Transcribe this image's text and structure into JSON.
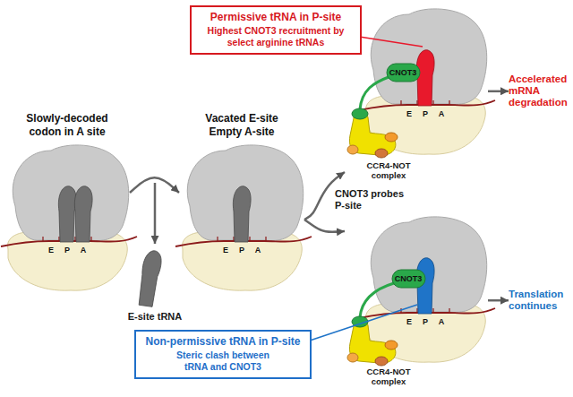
{
  "diagram": {
    "nodes": [
      {
        "text": [
          "Permissive tRNA in P-site",
          "Highest CNOT3 recruitment by select arginine tRNAs"
        ]
      },
      {
        "text": [
          "Slowly-decoded codon in A site",
          "E",
          "P",
          "A"
        ]
      },
      {
        "text": [
          "Vacated E-site Empty A-site",
          "E",
          "P",
          "A"
        ]
      },
      {
        "text": [
          "E",
          "P",
          "A"
        ]
      },
      {
        "text": [
          "CNOT3"
        ],
        "in": 3
      },
      {
        "text": [
          "Accelerated mRNA degradation"
        ]
      },
      {
        "text": [
          "E",
          "P",
          "A"
        ]
      },
      {
        "text": [
          "CNOT3"
        ],
        "in": 6
      },
      {
        "text": [
          "Translation continues"
        ]
      },
      {
        "text": [
          "Non-permissive tRNA in P-site",
          "Steric clash between tRNA and CNOT3"
        ]
      }
    ],
    "edges": [
      {
        "from": 1,
        "to": 2,
        "arrow": "to"
      },
      {
        "from": 2,
        "to": 3,
        "arrow": "to"
      },
      {
        "from": 2,
        "to": 6,
        "arrow": "to"
      },
      {
        "from": 3,
        "to": 5,
        "arrow": "to"
      },
      {
        "from": 6,
        "to": 8,
        "arrow": "to"
      }
    ],
    "labels": [
      "E-site tRNA",
      "CNOT3 probes P-site",
      "CCR4-NOT complex",
      "CCR4-NOT complex"
    ]
  }
}
